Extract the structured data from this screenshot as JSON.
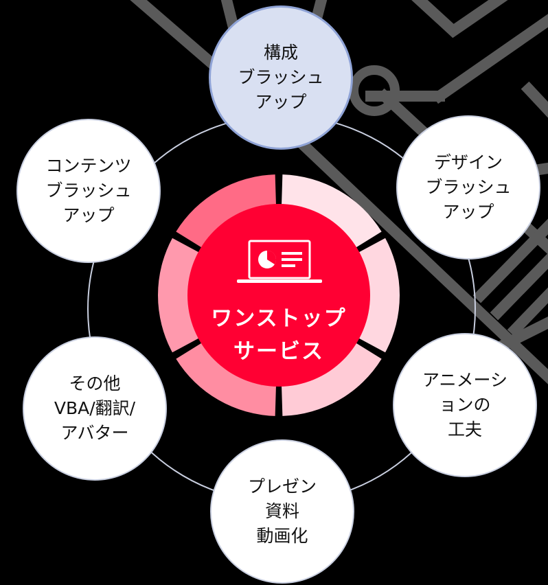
{
  "colors": {
    "background": "#000000",
    "map_lines": "#5a5a5a",
    "ring": "#c9cfe0",
    "node_fill": "#ffffff",
    "node_active_fill": "#d9e0f2",
    "node_active_border": "#8fa3d6",
    "hub": "#ff0033",
    "hub_text": "#ffffff"
  },
  "hub": {
    "icon": "presentation-laptop-icon",
    "lines": [
      "ワンストップ",
      "サービス"
    ]
  },
  "hub_segments": [
    {
      "name": "segment-top-right",
      "color": "#ffe3e9"
    },
    {
      "name": "segment-right",
      "color": "#ffd7e0"
    },
    {
      "name": "segment-bottom-right",
      "color": "#ffcbd6"
    },
    {
      "name": "segment-bottom-left",
      "color": "#ff8da2"
    },
    {
      "name": "segment-left",
      "color": "#ff99ad"
    },
    {
      "name": "segment-top-left",
      "color": "#ff6b86"
    }
  ],
  "nodes": [
    {
      "id": "composition",
      "lines": [
        "構成",
        "ブラッシュ",
        "アップ"
      ],
      "active": true
    },
    {
      "id": "design",
      "lines": [
        "デザイン",
        "ブラッシュ",
        "アップ"
      ]
    },
    {
      "id": "animation",
      "lines": [
        "アニメーシ",
        "ョンの",
        "工夫"
      ]
    },
    {
      "id": "presentation",
      "lines": [
        "プレゼン",
        "資料",
        "動画化"
      ]
    },
    {
      "id": "other",
      "lines": [
        "その他",
        "VBA/翻訳/",
        "アバター"
      ]
    },
    {
      "id": "content",
      "lines": [
        "コンテンツ",
        "ブラッシュ",
        "アップ"
      ]
    }
  ]
}
